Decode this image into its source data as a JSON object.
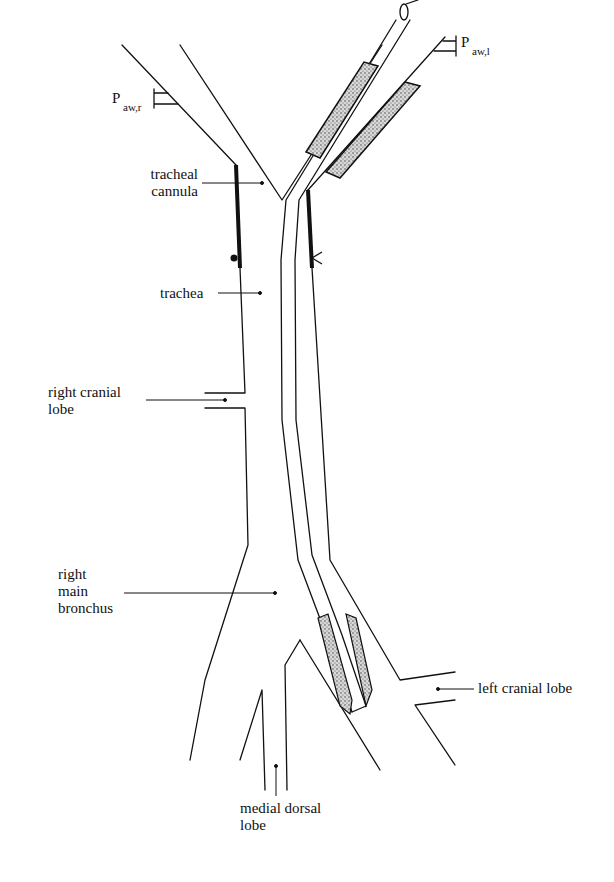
{
  "diagram": {
    "labels": [
      "P",
      "aw,r",
      "P",
      "aw,l",
      "tracheal cannula",
      "trachea",
      "right cranial lobe",
      "right main bronchus",
      "medial dorsal lobe",
      "left cranial lobe"
    ]
  }
}
